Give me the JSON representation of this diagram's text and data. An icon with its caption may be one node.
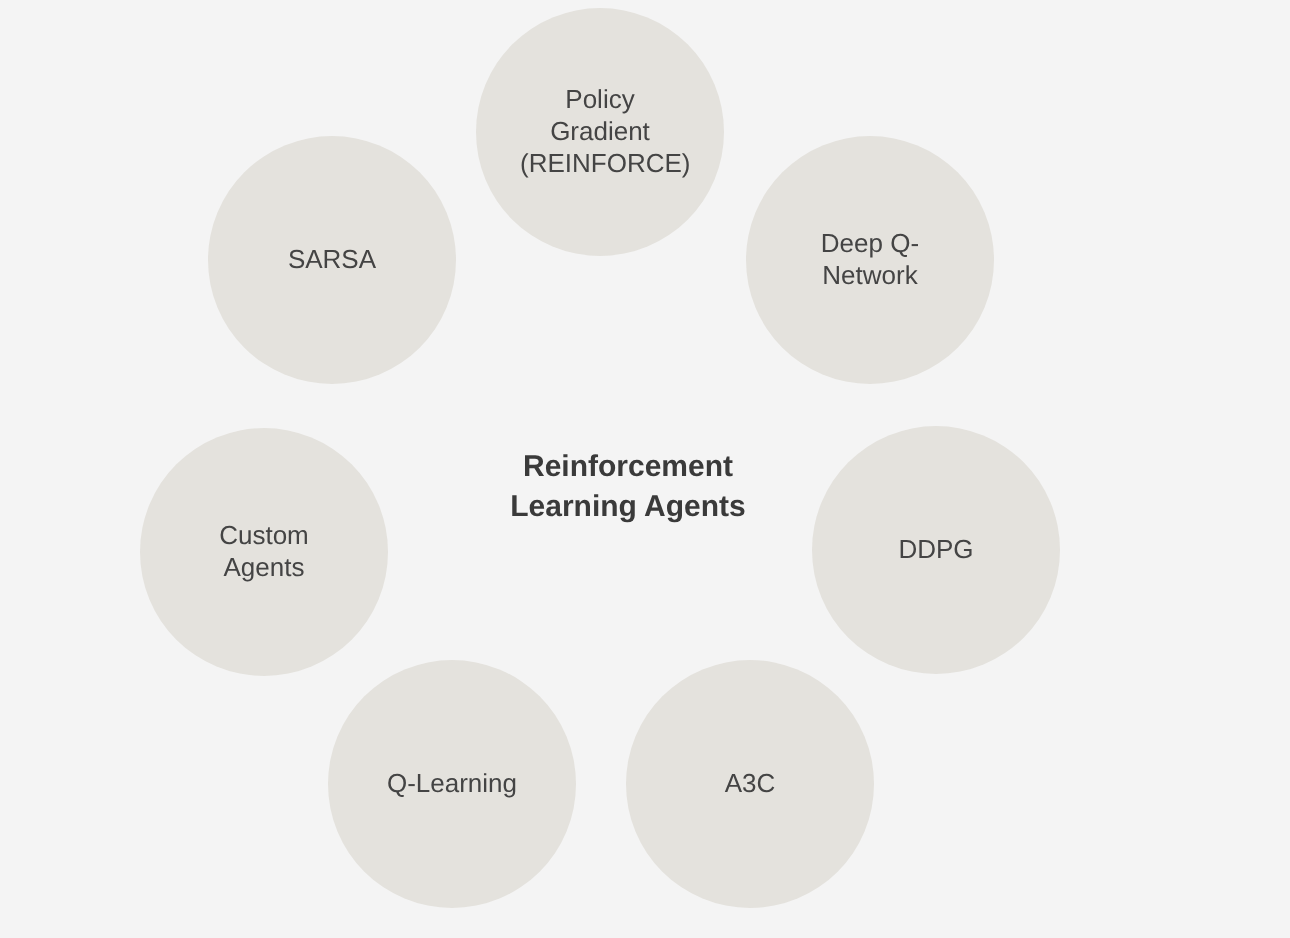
{
  "diagram": {
    "title": "Reinforcement Learning Agents",
    "nodes": [
      {
        "text": [
          "Policy Gradient (REINFORCE)"
        ]
      },
      {
        "text": [
          "Deep Q-Network"
        ]
      },
      {
        "text": [
          "DDPG"
        ]
      },
      {
        "text": [
          "A3C"
        ]
      },
      {
        "text": [
          "Q-Learning"
        ]
      },
      {
        "text": [
          "Custom Agents"
        ]
      },
      {
        "text": [
          "SARSA"
        ]
      }
    ]
  }
}
